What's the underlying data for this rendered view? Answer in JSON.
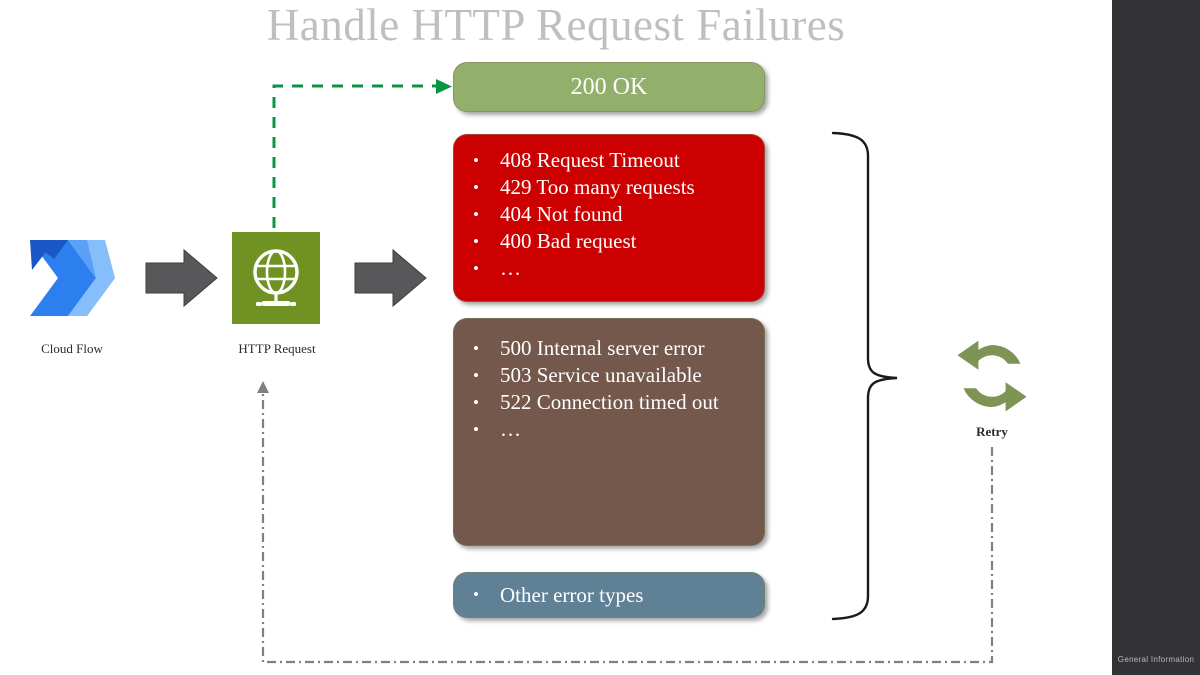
{
  "slide": {
    "title": "Handle HTTP Request Failures",
    "background": "#ffffff"
  },
  "rail": {
    "label": "General  Information",
    "color": "#333336"
  },
  "nodes": {
    "cloud_flow": {
      "label": "Cloud  Flow",
      "icon": "power-automate-logo",
      "colors": [
        "#1a56c4",
        "#2d7ff0",
        "#5aa0f7",
        "#86bdfb"
      ]
    },
    "http_request": {
      "label": "HTTP Request",
      "icon": "globe-network-icon",
      "color": "#6f9222"
    },
    "retry": {
      "label": "Retry",
      "icon": "refresh-cycle-icon",
      "color": "#7d9455"
    }
  },
  "cards": {
    "ok": {
      "name": "200 OK",
      "text": "200 OK",
      "color": "#93af6c"
    },
    "client_errors": {
      "color": "#cc0000",
      "items": [
        "408 Request Timeout",
        "429 Too many requests",
        "404 Not found",
        "400 Bad request",
        "…"
      ]
    },
    "server_errors": {
      "color": "#74584c",
      "items": [
        "500 Internal server error",
        "503 Service unavailable",
        "522 Connection timed out",
        "…"
      ]
    },
    "other_errors": {
      "color": "#5f8095",
      "items": [
        "Other error types"
      ]
    }
  },
  "connectors": {
    "success_path": {
      "name": "success-dashed-arrow",
      "style": "dashed",
      "color": "#0b9444"
    },
    "flow_arrow_1": {
      "name": "block-arrow",
      "color": "#58585b"
    },
    "flow_arrow_2": {
      "name": "block-arrow",
      "color": "#58585b"
    },
    "brace": {
      "name": "right-curly-brace",
      "color": "#1a1a1a"
    },
    "retry_loop": {
      "name": "retry-dash-dot-loop",
      "style": "dash-dot",
      "color": "#7f7f85"
    }
  }
}
